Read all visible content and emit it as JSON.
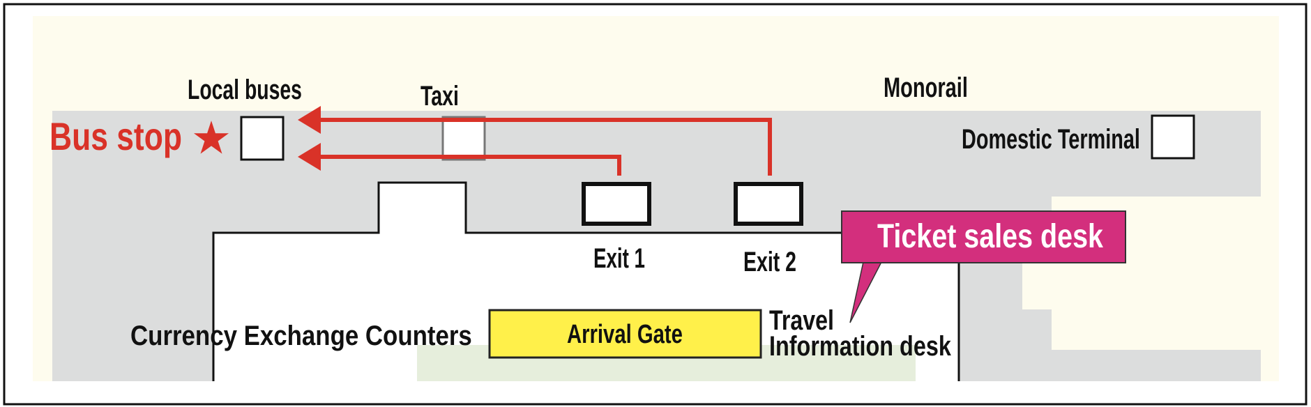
{
  "labels": {
    "local_buses": "Local buses",
    "taxi": "Taxi",
    "monorail": "Monorail",
    "bus_stop": "Bus stop",
    "star": "★",
    "domestic_terminal": "Domestic Terminal",
    "exit1": "Exit 1",
    "exit2": "Exit 2",
    "ticket_sales_desk": "Ticket sales desk",
    "currency_exchange": "Currency Exchange Counters",
    "arrival_gate": "Arrival Gate",
    "travel_info_line1": "Travel",
    "travel_info_line2": "Information desk"
  },
  "colors": {
    "route_red": "#d93228",
    "ticket_magenta": "#d32f7d",
    "gate_yellow": "#fff04a",
    "area_gray": "#dcdddd",
    "background_cream": "#fefcee",
    "green_area": "#e6eedc"
  }
}
